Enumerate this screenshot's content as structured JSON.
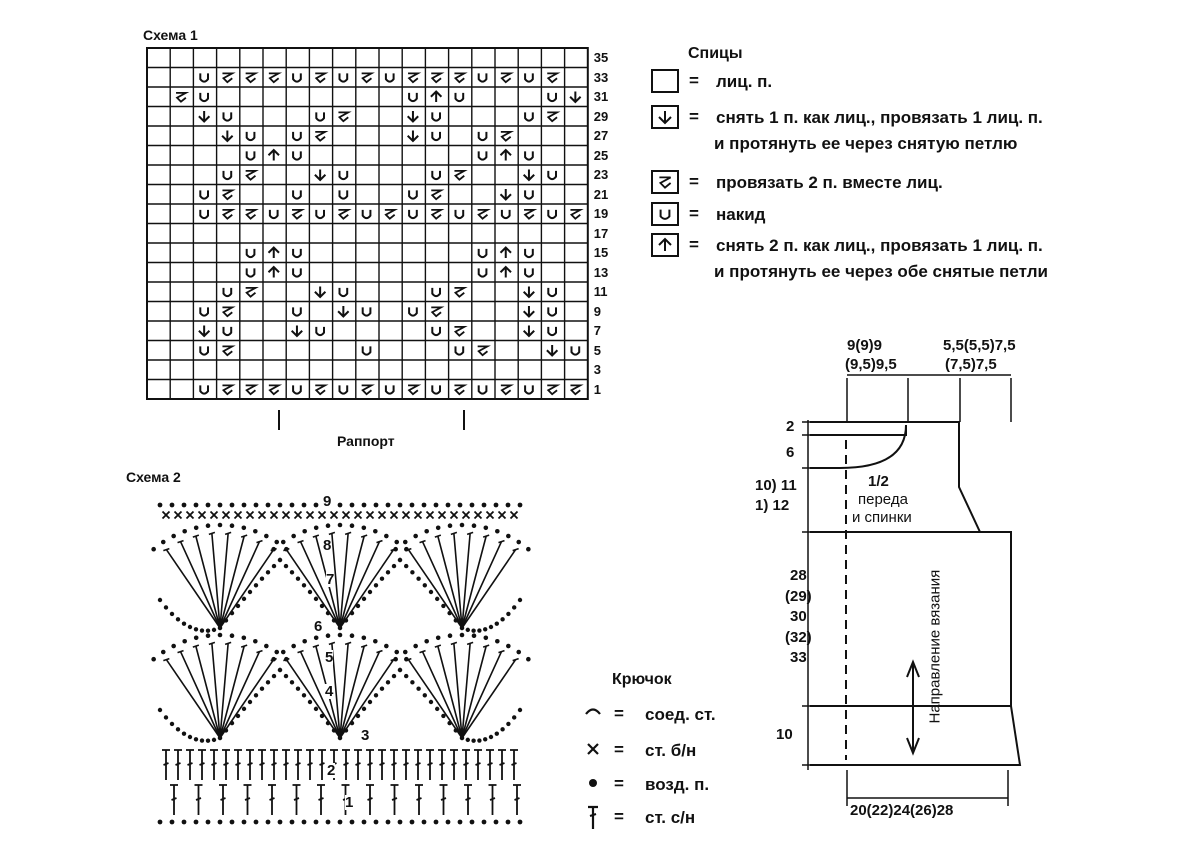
{
  "scheme1": {
    "title": "Схема 1",
    "row_numbers": [
      "35",
      "33",
      "31",
      "29",
      "27",
      "25",
      "23",
      "21",
      "19",
      "17",
      "15",
      "13",
      "11",
      "9",
      "7",
      "5",
      "3",
      "1"
    ],
    "rapport_label": "Раппорт"
  },
  "scheme2": {
    "title": "Схема 2",
    "row_numbers": [
      "9",
      "8",
      "7",
      "6",
      "5",
      "4",
      "3",
      "2",
      "1"
    ]
  },
  "needles_legend": {
    "title": "Спицы",
    "items": [
      {
        "symbol": "empty-square",
        "eq": "=",
        "text": "лиц. п."
      },
      {
        "symbol": "down-arrow-square",
        "eq": "=",
        "text": "снять 1 п. как лиц., провязать 1 лиц. п.",
        "text2": "и протянуть ее через снятую петлю"
      },
      {
        "symbol": "k2tog-square",
        "eq": "=",
        "text": "провязать 2 п. вместе лиц."
      },
      {
        "symbol": "yarn-over-square",
        "eq": "=",
        "text": "накид"
      },
      {
        "symbol": "up-arrow-square",
        "eq": "=",
        "text": "снять 2 п. как лиц., провязать 1 лиц. п.",
        "text2": "и протянуть ее через обе снятые петли"
      }
    ]
  },
  "hook_legend": {
    "title": "Крючок",
    "items": [
      {
        "symbol": "slip-stitch",
        "eq": "=",
        "text": "соед. ст."
      },
      {
        "symbol": "single-crochet",
        "eq": "=",
        "text": "ст. б/н"
      },
      {
        "symbol": "chain",
        "eq": "=",
        "text": "возд. п."
      },
      {
        "symbol": "double-crochet",
        "eq": "=",
        "text": "ст. с/н"
      }
    ]
  },
  "pattern_schematic": {
    "top_left_1": "9(9)9",
    "top_left_2": "(9,5)9,5",
    "top_right_1": "5,5(5,5)7,5",
    "top_right_2": "(7,5)7,5",
    "left_2": "2",
    "left_6": "6",
    "armhole_1": "10) 11",
    "armhole_2": "1) 12",
    "body_1": "28",
    "body_2": "(29)",
    "body_3": "30",
    "body_4": "(32)",
    "body_5": "33",
    "hem": "10",
    "bottom": "20(22)24(26)28",
    "half_1": "1/2",
    "half_2": "переда",
    "half_3": "и спинки",
    "direction": "Направление вязания"
  }
}
